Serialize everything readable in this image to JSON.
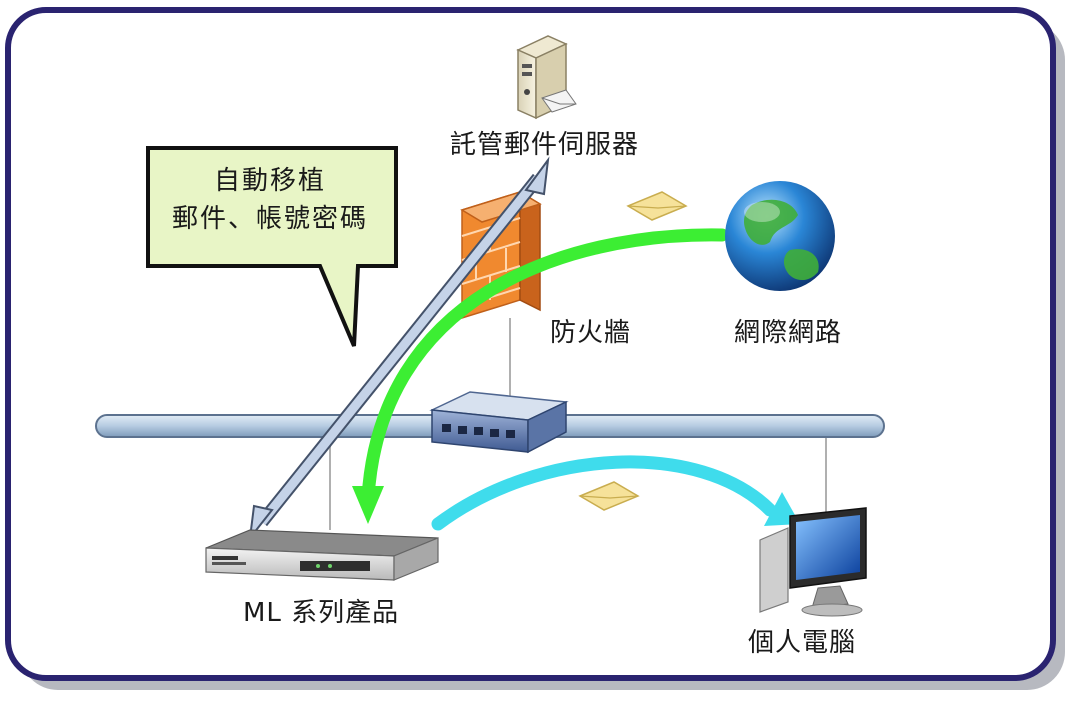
{
  "callout": {
    "line1": "自動移植",
    "line2": "郵件、帳號密碼"
  },
  "nodes": {
    "mail_server": "託管郵件伺服器",
    "firewall": "防火牆",
    "internet": "網際網路",
    "ml_product": "ML 系列產品",
    "pc": "個人電腦"
  },
  "colors": {
    "frame_border": "#2a2370",
    "frame_shadow": "#b7b9c0",
    "network_bus": "#b8cde3",
    "green_arrow": "#3cee33",
    "cyan_arrow": "#3fdcec",
    "double_arrow": "#c5d3e8",
    "callout_fill": "#e8f5c6"
  }
}
